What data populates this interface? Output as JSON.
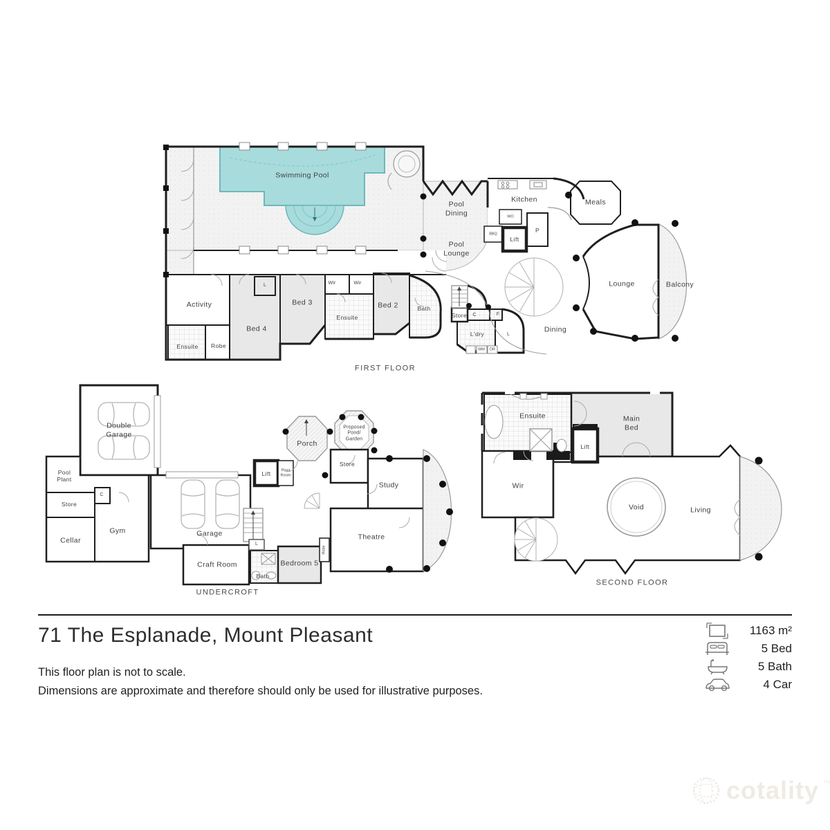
{
  "header": {
    "address": "71 The Esplanade, Mount Pleasant",
    "disclaimer1": "This floor plan is not to scale.",
    "disclaimer2": "Dimensions are approximate and therefore should only be used for illustrative purposes."
  },
  "stats": {
    "area_value": "1163 m²",
    "bed_value": "5 Bed",
    "bath_value": "5 Bath",
    "car_value": "4 Car"
  },
  "watermark": {
    "brand": "cotality",
    "tm": "™"
  },
  "colors": {
    "pool_fill": "#a8dbdc",
    "pool_border": "#6fb7b9",
    "room_shade": "#e8e8e8",
    "wall": "#1f1f1f",
    "deck": "#f2f2f2",
    "watermark": "#efebe3",
    "text": "#3f3f3f"
  },
  "first_floor": {
    "caption": "FIRST FLOOR",
    "labels": {
      "swimming_pool": "Swimming Pool",
      "pool_dining": "Pool\nDining",
      "pool_lounge": "Pool\nLounge",
      "kitchen": "Kitchen",
      "meals": "Meals",
      "lounge": "Lounge",
      "balcony": "Balcony",
      "dining": "Dining",
      "activity": "Activity",
      "bed4": "Bed 4",
      "bed3": "Bed 3",
      "bed2": "Bed 2",
      "bath": "Bath",
      "ensuite_left": "Ensuite",
      "robe": "Robe",
      "linen_a": "L",
      "wir_a": "Wir",
      "wir_b": "Wir",
      "ensuite_mid": "Ensuite",
      "store": "Store",
      "cupboard": "C",
      "fridge": "F",
      "laundry": "L'dry",
      "linen_b": "L",
      "wm": "WM",
      "dr": "DR",
      "wall_oven": "WO",
      "bbq": "BBQ",
      "lift": "Lift",
      "pantry": "P"
    }
  },
  "undercroft": {
    "caption": "UNDERCROFT",
    "labels": {
      "double_garage": "Double\nGarage",
      "pool_plant": "Pool\nPlant",
      "store_a": "Store",
      "cupboard": "C",
      "cellar": "Cellar",
      "gym": "Gym",
      "garage": "Garage",
      "craft_room": "Craft Room",
      "linen": "L",
      "bath": "Bath",
      "bedroom5": "Bedroom 5",
      "robe": "Robe",
      "lift": "Lift",
      "plant_room": "Plant\nRoom",
      "porch": "Porch",
      "pond_garden": "Proposed\nPond/\nGarden",
      "store_b": "Store",
      "study": "Study",
      "theatre": "Theatre"
    }
  },
  "second_floor": {
    "caption": "SECOND FLOOR",
    "labels": {
      "ensuite": "Ensuite",
      "main_bed": "Main\nBed",
      "lift": "Lift",
      "wir": "Wir",
      "void": "Void",
      "living": "Living"
    }
  }
}
